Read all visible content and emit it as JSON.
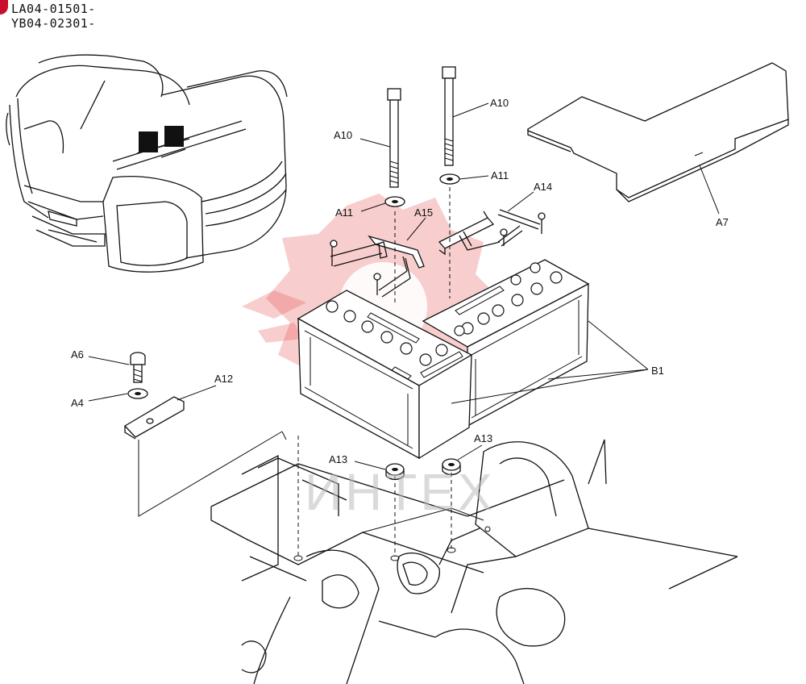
{
  "serials": [
    "LA04-01501-",
    "YB04-02301-"
  ],
  "watermark": {
    "text": "ИНТЕХ",
    "color": "#e64a4a"
  },
  "callouts": [
    {
      "id": "A10a",
      "text": "A10"
    },
    {
      "id": "A10b",
      "text": "A10"
    },
    {
      "id": "A11a",
      "text": "A11"
    },
    {
      "id": "A11b",
      "text": "A11"
    },
    {
      "id": "A14",
      "text": "A14"
    },
    {
      "id": "A15",
      "text": "A15"
    },
    {
      "id": "A7",
      "text": "A7"
    },
    {
      "id": "A6",
      "text": "A6"
    },
    {
      "id": "A4",
      "text": "A4"
    },
    {
      "id": "A12",
      "text": "A12"
    },
    {
      "id": "B1",
      "text": "B1"
    },
    {
      "id": "A13a",
      "text": "A13"
    },
    {
      "id": "A13b",
      "text": "A13"
    }
  ]
}
